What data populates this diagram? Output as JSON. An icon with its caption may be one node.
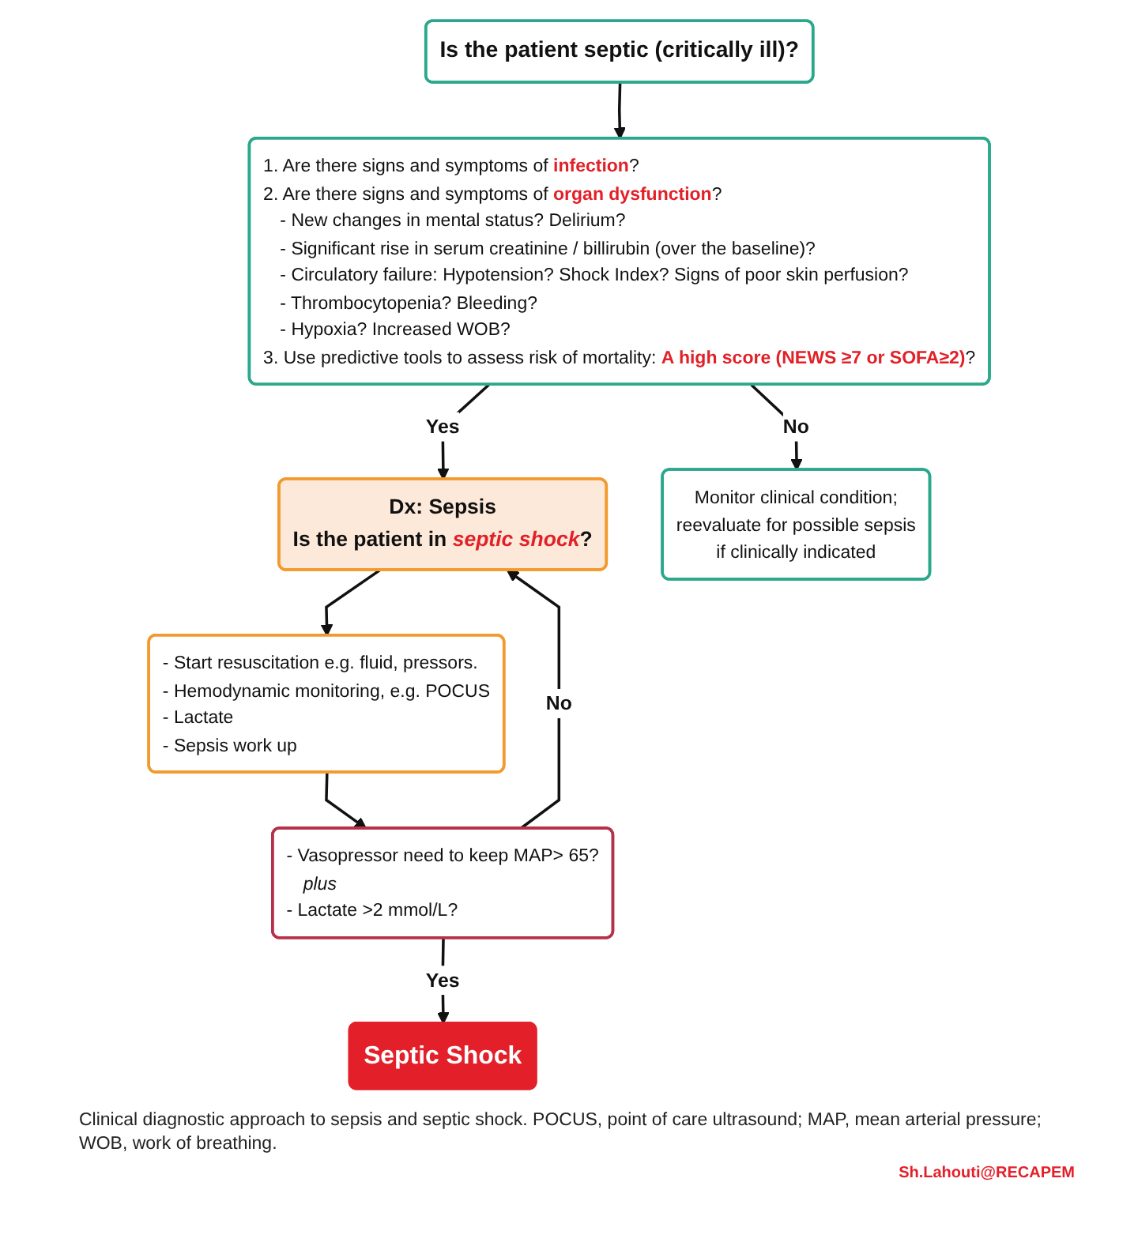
{
  "diagram": {
    "nodes": [
      {
        "text": [
          "Is the patient septic (critically ill)?"
        ]
      },
      {
        "text": [
          "1. Are there signs and symptoms of **infection**?",
          "2. Are there signs and symptoms of **organ dysfunction**?",
          "- New changes in mental status? Delirium?",
          "- Significant rise in serum creatinine / billirubin (over the baseline)?",
          "- Circulatory failure: Hypotension? Shock Index? Signs of poor skin perfusion?",
          "- Thrombocytopenia? Bleeding?",
          "- Hypoxia? Increased WOB?",
          "3. Use predictive tools to assess risk of mortality: **A high score (NEWS ≥7 or SOFA≥2)**?"
        ]
      },
      {
        "text": [
          "Dx: Sepsis",
          "Is the patient in *septic shock*?"
        ]
      },
      {
        "text": [
          "Monitor clinical condition; reevaluate for possible sepsis if clinically indicated"
        ]
      },
      {
        "text": [
          "- Start resuscitation e.g. fluid, pressors.",
          "- Hemodynamic monitoring, e.g. POCUS",
          "- Lactate",
          "- Sepsis work up"
        ]
      },
      {
        "text": [
          "- Vasopressor need to keep MAP> 65?",
          "plus",
          "- Lactate >2 mmol/L?"
        ]
      },
      {
        "text": [
          "Septic Shock"
        ]
      }
    ],
    "edges": [
      {
        "from": 0,
        "to": 1,
        "arrow": "to"
      },
      {
        "from": 1,
        "to": 2,
        "arrow": "to",
        "label": "Yes"
      },
      {
        "from": 1,
        "to": 3,
        "arrow": "to",
        "label": "No"
      },
      {
        "from": 2,
        "to": 4,
        "arrow": "to"
      },
      {
        "from": 4,
        "to": 5,
        "arrow": "to"
      },
      {
        "from": 5,
        "to": 6,
        "arrow": "to",
        "label": "Yes"
      },
      {
        "from": 5,
        "to": 2,
        "arrow": "to",
        "label": "No"
      }
    ],
    "caption": "Clinical diagnostic approach to sepsis and septic shock. POCUS, point of care ultrasound; MAP, mean arterial pressure; WOB, work of breathing.",
    "labels": [
      "Sh.Lahouti@RECAPEM"
    ]
  }
}
